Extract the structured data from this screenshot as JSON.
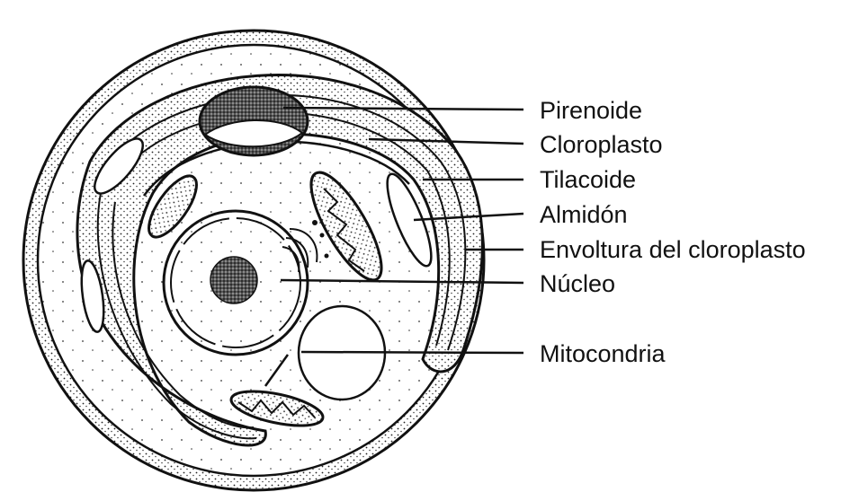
{
  "diagram": {
    "labels": [
      "Pirenoide",
      "Cloroplasto",
      "Tilacoide",
      "Almidón",
      "Envoltura del cloroplasto",
      "Núcleo",
      "Mitocondria"
    ]
  }
}
